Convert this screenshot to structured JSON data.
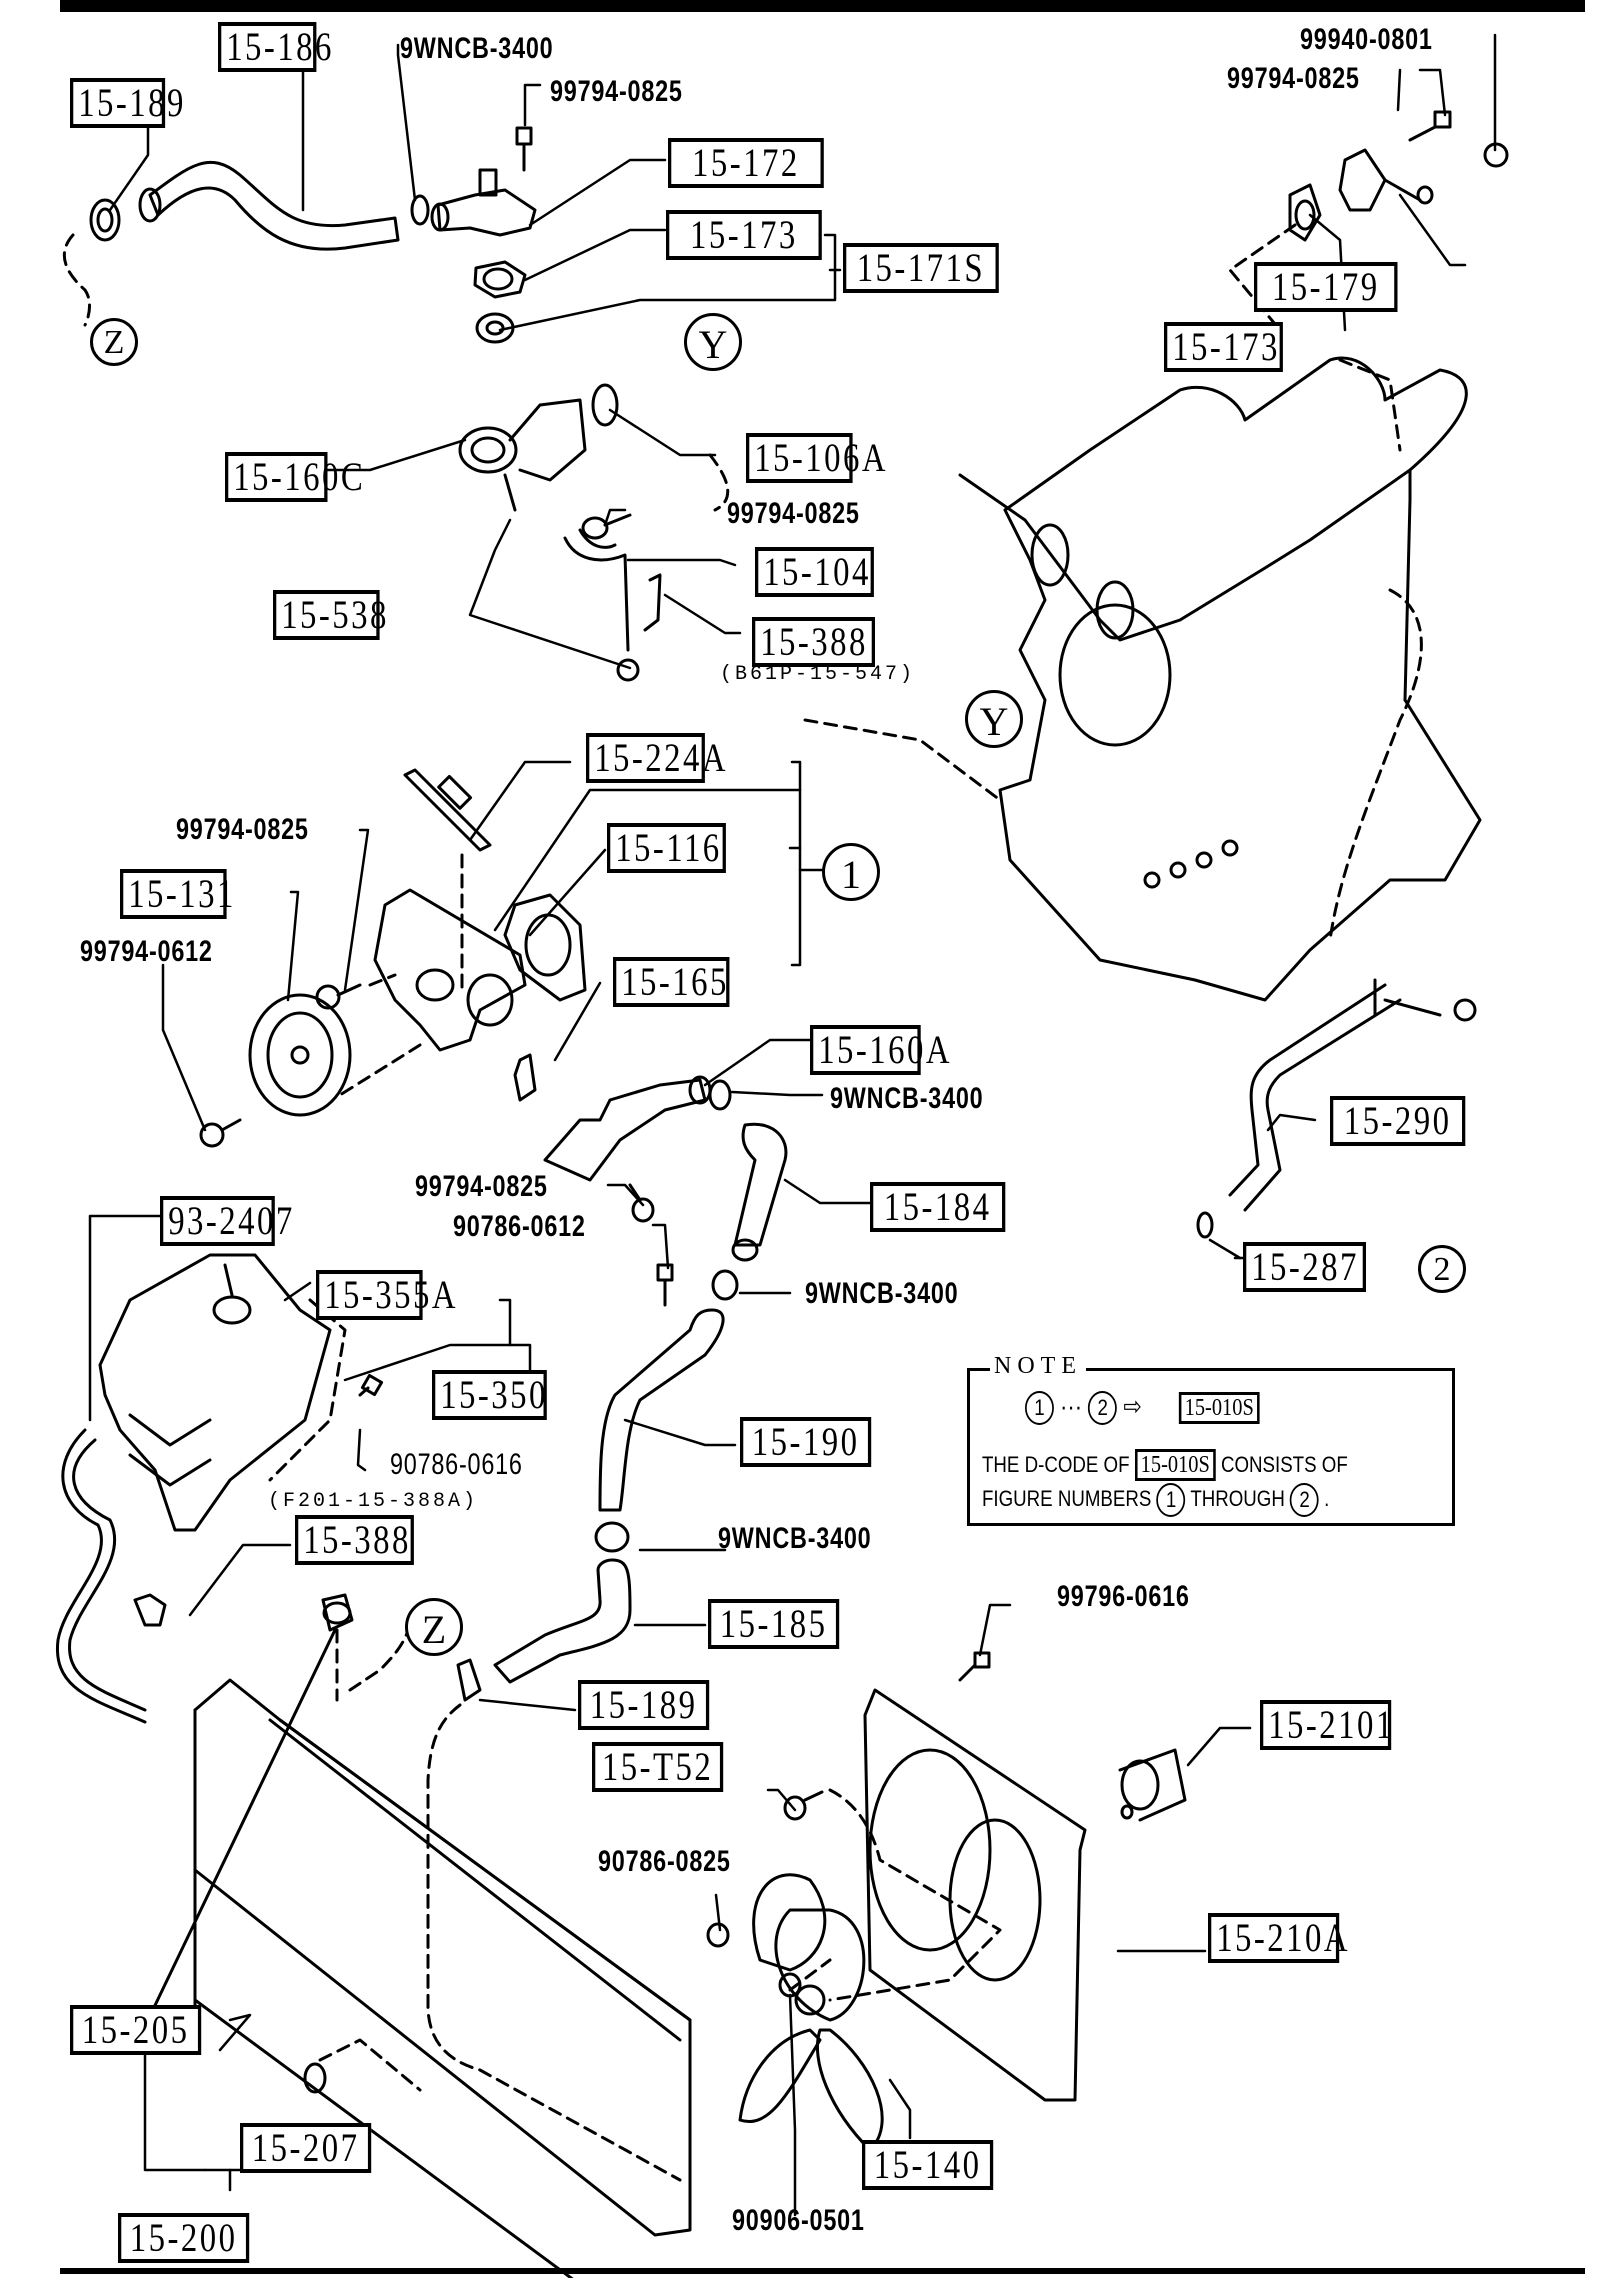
{
  "diagram": {
    "title": "Cooling System Exploded Parts Diagram",
    "boxed_labels": {
      "p15_186": "15-186",
      "p15_189_top": "15-189",
      "p15_172": "15-172",
      "p15_173_left": "15-173",
      "p15_171S": "15-171S",
      "p15_179": "15-179",
      "p15_173_right": "15-173",
      "p15_106A": "15-106A",
      "p15_160C": "15-160C",
      "p15_104": "15-104",
      "p15_538": "15-538",
      "p15_388_top": "15-388",
      "p15_224A": "15-224A",
      "p15_116": "15-116",
      "p15_131": "15-131",
      "p15_165": "15-165",
      "p15_160A": "15-160A",
      "p15_290": "15-290",
      "p15_184": "15-184",
      "p93_2407": "93-2407",
      "p15_287": "15-287",
      "p15_355A": "15-355A",
      "p15_350": "15-350",
      "p15_190": "15-190",
      "p15_388_bottom": "15-388",
      "p15_185": "15-185",
      "p15_189_bottom": "15-189",
      "p15_T52": "15-T52",
      "p15_2101": "15-2101",
      "p15_210A": "15-210A",
      "p15_205": "15-205",
      "p15_207": "15-207",
      "p15_140": "15-140",
      "p15_200": "15-200"
    },
    "part_numbers": {
      "clamp_top": "9WNCB-3400",
      "bolt_top": "99794-0825",
      "nut_right": "99940-0801",
      "bolt_right": "99794-0825",
      "bolt_160C": "99794-0825",
      "bolt_pump": "99794-0825",
      "bolt_pulley": "99794-0612",
      "clamp_160A": "9WNCB-3400",
      "bolt_160A": "99794-0825",
      "bolt_90786_0612": "90786-0612",
      "clamp_184": "9WNCB-3400",
      "bolt_tank": "90786-0616",
      "clamp_185": "9WNCB-3400",
      "bolt_fan_top": "99796-0616",
      "bolt_fan_side": "90786-0825",
      "nut_fan": "90906-0501"
    },
    "sub_labels": {
      "b61p": "(B61P-15-547)",
      "f201": "(F201-15-388A)"
    },
    "refs": {
      "z_top": "Z",
      "y_top": "Y",
      "y_engine": "Y",
      "z_bottom": "Z",
      "one": "1",
      "two": "2"
    },
    "note": {
      "title": "NOTE",
      "range_start": "1",
      "ellipsis": "···",
      "range_end": "2",
      "arrow": "⇨",
      "code": "15-010S",
      "line1_prefix": "THE D-CODE OF",
      "line1_code": "15-010S",
      "line1_suffix": "CONSISTS OF",
      "line2_prefix": "FIGURE NUMBERS",
      "line2_from": "1",
      "line2_mid": "THROUGH",
      "line2_to": "2",
      "line2_end": "."
    }
  }
}
